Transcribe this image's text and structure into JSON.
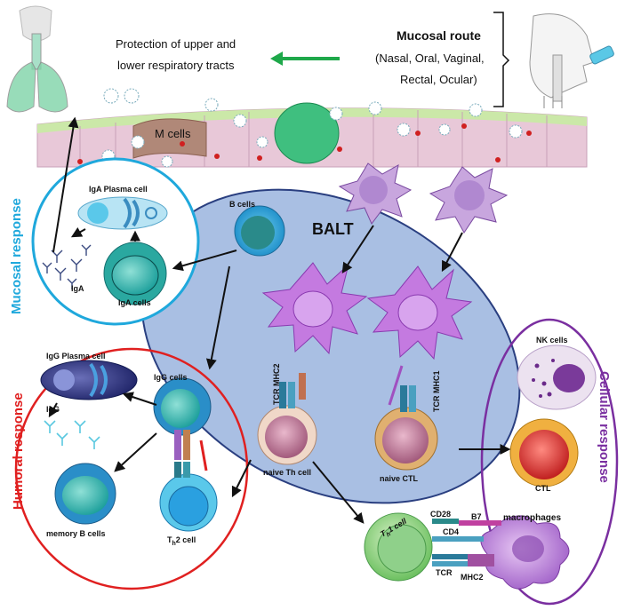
{
  "header": {
    "protection_line1": "Protection of upper and",
    "protection_line2": "lower respiratory tracts",
    "route_title": "Mucosal route",
    "route_line1": "(Nasal, Oral, Vaginal,",
    "route_line2": "Rectal, Ocular)"
  },
  "epithelium": {
    "m_cells": "M cells"
  },
  "balt": {
    "title": "BALT",
    "b_cells": "B cells",
    "naive_th": "naive Th cell",
    "naive_ctl": "naive CTL"
  },
  "mucosal": {
    "side_label_a": "Mucosal",
    "side_label_b": " response",
    "iga_plasma": "IgA Plasma cell",
    "iga": "IgA",
    "iga_cells": "IgA cells"
  },
  "humoral": {
    "side_label_a": "Humoral",
    "side_label_b": " response",
    "igg_plasma": "IgG Plasma cell",
    "igg": "IgG",
    "igg_cells": "IgG cells",
    "memory_b": "memory B cells",
    "th2_main": "T",
    "th2_sub": "h",
    "th2_rest": "2 cell"
  },
  "cellular": {
    "side_label": "Cellular response",
    "nk": "NK cells",
    "ctl": "CTL",
    "macrophages": "macrophages"
  },
  "receptors": {
    "tcr_mhc2": "TCR MHC2",
    "tcr_mhc1": "TCR MHC1",
    "cd28": "CD28",
    "b7": "B7",
    "cd4": "CD4",
    "tcr": "TCR",
    "mhc2": "MHC2",
    "th1_main": "T",
    "th1_sub": "h",
    "th1_rest": "1 cell"
  },
  "colors": {
    "mucosal": "#1fa8dc",
    "humoral": "#e02020",
    "cellular": "#7a2fa0",
    "balt_fill": "#a9bfe3",
    "arrow_green": "#1ea84a"
  }
}
